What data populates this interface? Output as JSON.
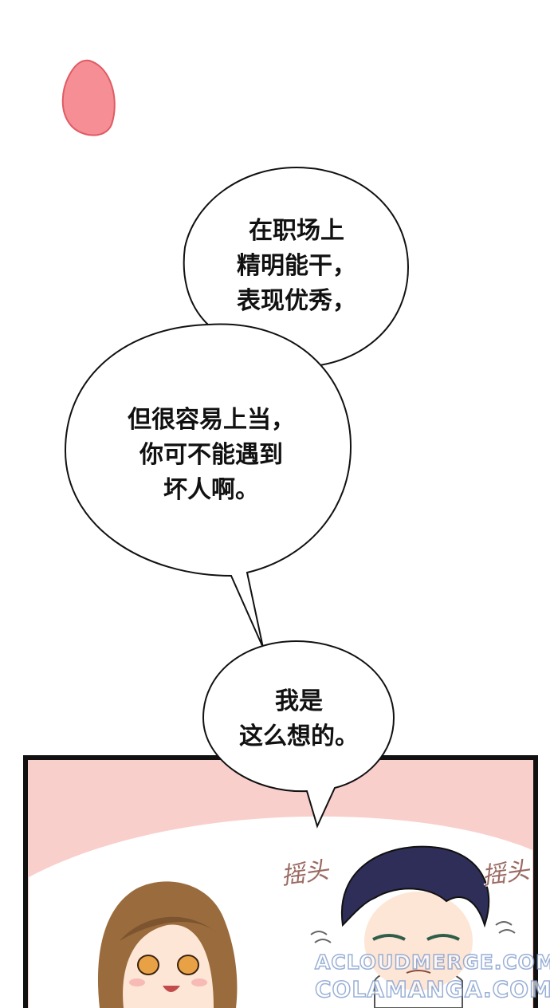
{
  "bubbles": [
    {
      "id": "top",
      "lines": [
        "在职场上",
        "精明能干，",
        "表现优秀，"
      ]
    },
    {
      "id": "middle",
      "lines": [
        "但很容易上当，",
        "你可不能遇到",
        "坏人啊。"
      ]
    },
    {
      "id": "bottom",
      "lines": [
        "我是",
        "这么想的。"
      ]
    }
  ],
  "sfx": {
    "left": "摇头",
    "right": "摇头"
  },
  "watermarks": [
    "ACLOUDMERGE.COM",
    "COLAMANGA.COM"
  ],
  "colors": {
    "petal": "#f58f95",
    "panel_pink": "#f9cfcc",
    "panel_border": "#111111",
    "hair_woman": "#9a6b3c",
    "hair_man": "#2f2e58"
  }
}
